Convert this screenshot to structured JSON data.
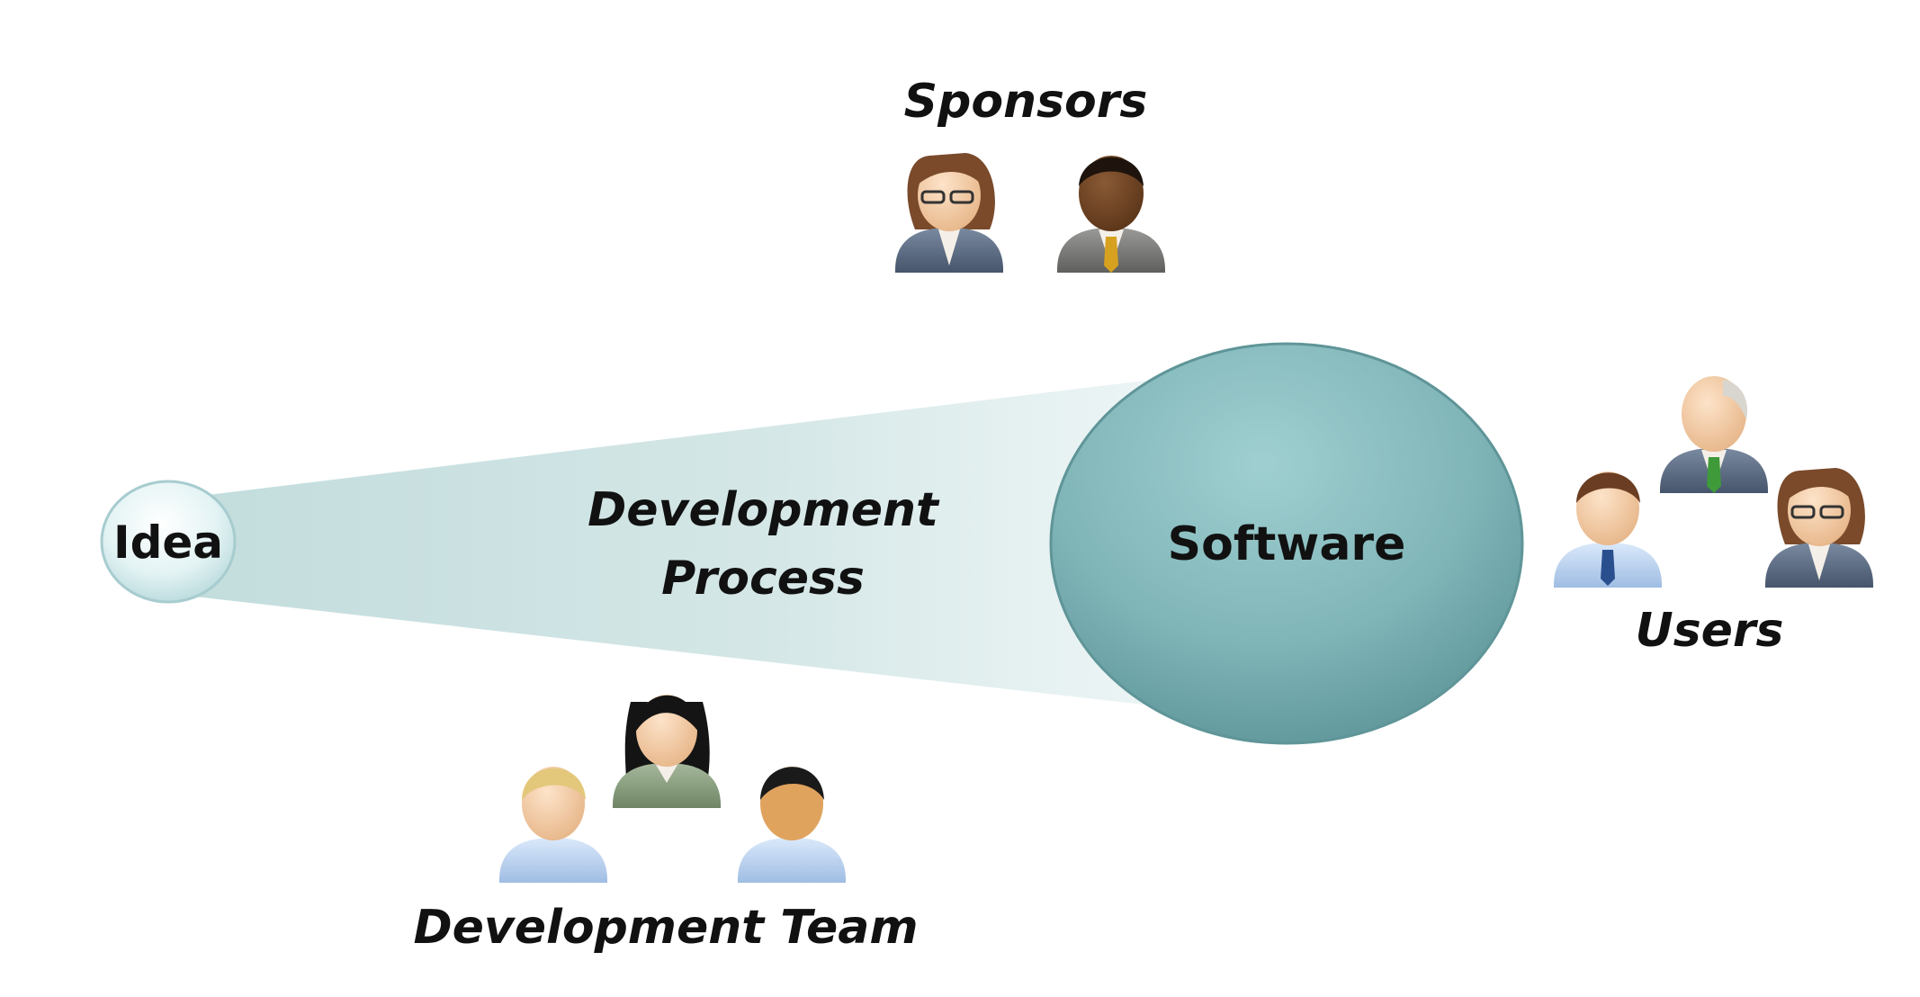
{
  "nodes": {
    "idea": "Idea",
    "software": "Software"
  },
  "process": {
    "line1": "Development",
    "line2": "Process"
  },
  "groups": {
    "sponsors": "Sponsors",
    "users": "Users",
    "team": "Development Team"
  },
  "people": {
    "sponsors": [
      "businesswoman-avatar-icon",
      "businessman-avatar-icon"
    ],
    "users": [
      "man-blue-tie-avatar-icon",
      "older-man-green-tie-avatar-icon",
      "businesswoman-avatar-icon"
    ],
    "team": [
      "blond-man-avatar-icon",
      "woman-green-shirt-avatar-icon",
      "dark-haired-man-avatar-icon"
    ]
  },
  "colors": {
    "cone": "#cfe3e3",
    "idea_fill": "#e6f4f5",
    "software_fill": "#7fb3b6",
    "text": "#111111"
  }
}
